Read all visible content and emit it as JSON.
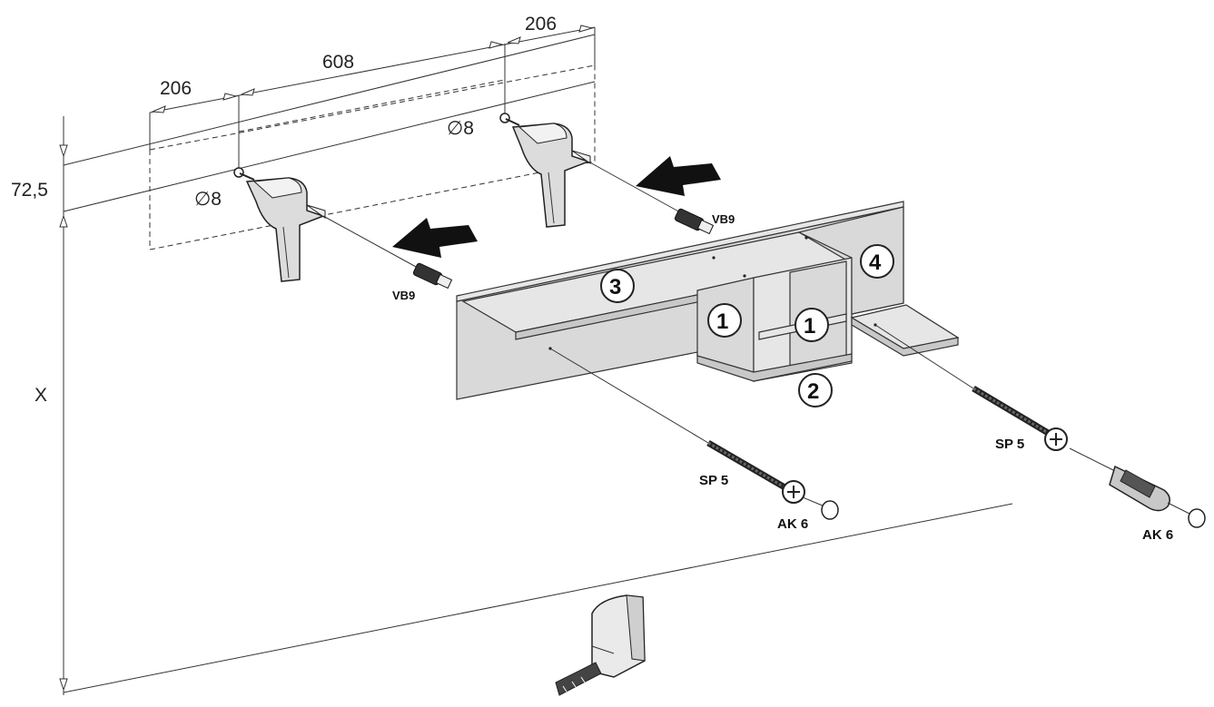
{
  "dimensions": {
    "top_right_width": "206",
    "center_span": "608",
    "left_width": "206",
    "height_offset": "72,5",
    "hole_diameter_left": "∅8",
    "hole_diameter_right": "∅8",
    "vertical_x": "X"
  },
  "hardware": {
    "dowel_left": "VB9",
    "dowel_right": "VB9",
    "screw_center": "SP 5",
    "screw_right": "SP 5",
    "cap_center": "AK 6",
    "cap_right": "AK 6"
  },
  "parts": {
    "p1a": "1",
    "p1b": "1",
    "p2": "2",
    "p3": "3",
    "p4": "4"
  }
}
